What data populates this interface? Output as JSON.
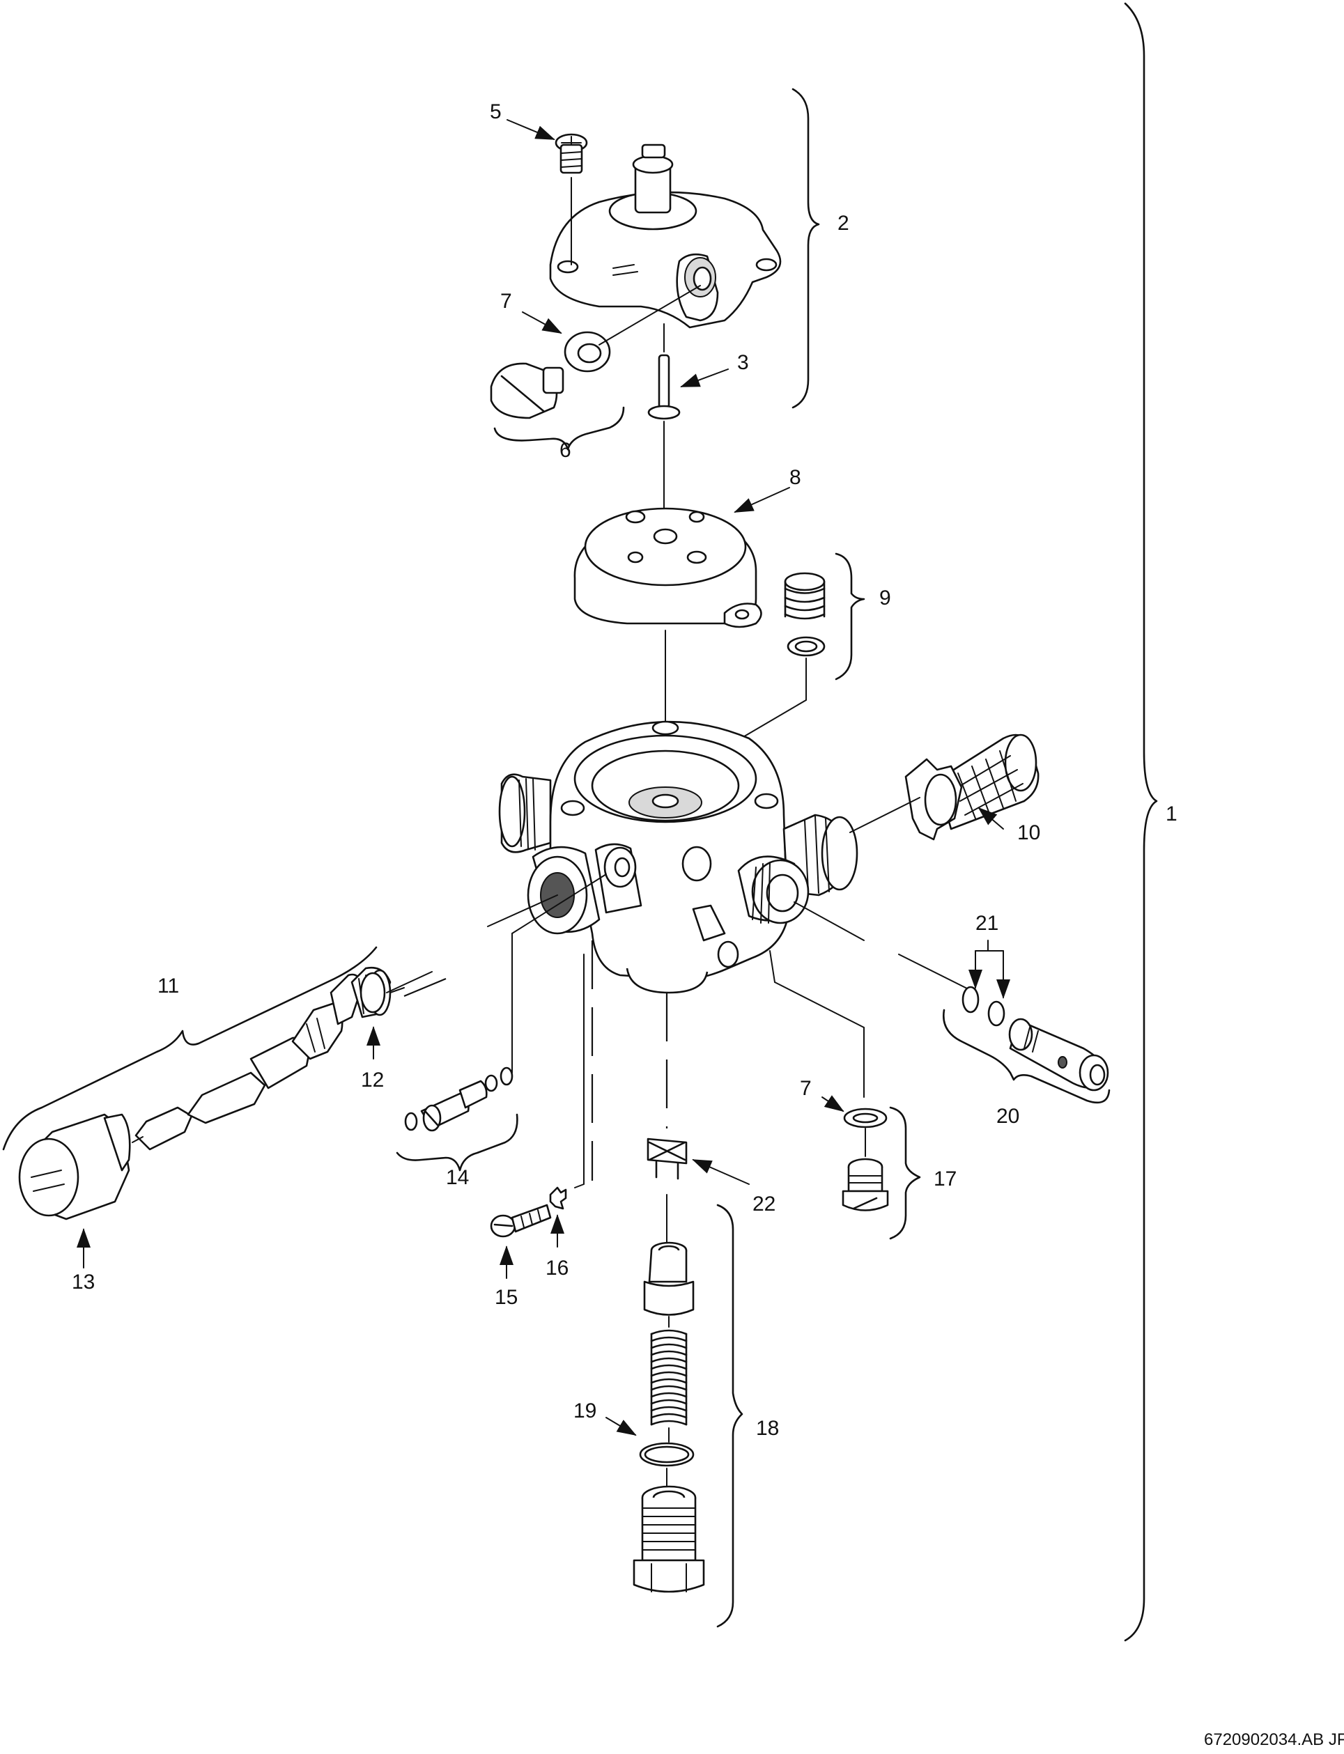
{
  "figure": {
    "document_id": "6720902034.AB  JF",
    "callouts": {
      "c1": "1",
      "c2": "2",
      "c3": "3",
      "c5": "5",
      "c6": "6",
      "c7a": "7",
      "c7b": "7",
      "c8": "8",
      "c9": "9",
      "c10": "10",
      "c11": "11",
      "c12": "12",
      "c13": "13",
      "c14": "14",
      "c15": "15",
      "c16": "16",
      "c17": "17",
      "c18": "18",
      "c19": "19",
      "c20": "20",
      "c21": "21",
      "c22": "22"
    }
  },
  "colors": {
    "line": "#111111",
    "background": "#ffffff"
  }
}
